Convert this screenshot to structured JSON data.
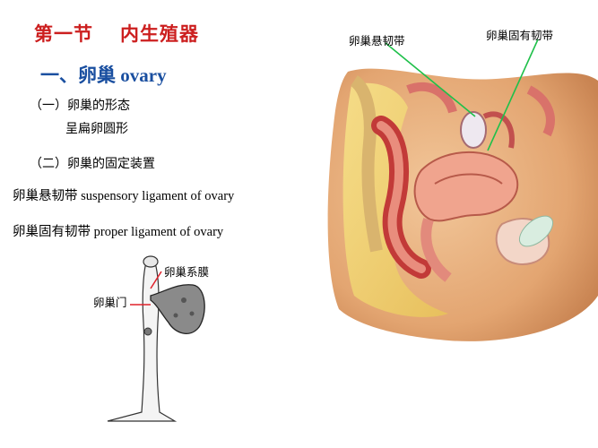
{
  "title": {
    "part1": "第一节",
    "part2": "内生殖器"
  },
  "heading": {
    "cn": "一、卵巢",
    "en": " ovary"
  },
  "section1": {
    "label": "（一）卵巢的形态",
    "detail": "呈扁卵圆形"
  },
  "section2": {
    "label": "（二）卵巢的固定装置"
  },
  "terms": {
    "suspensory": {
      "cn": "卵巢悬韧带",
      "en": " suspensory ligament of ovary"
    },
    "proper": {
      "cn": "卵巢固有韧带",
      "en": " proper ligament of ovary"
    }
  },
  "figure_labels": {
    "suspensory": "卵巢悬韧带",
    "proper": "卵巢固有韧带",
    "mesovarium": "卵巢系膜",
    "hilum": "卵巢门"
  },
  "colors": {
    "title": "#cc1f1f",
    "heading": "#1a4fa0",
    "leader_green": "#1fc04a",
    "leader_red": "#e0202a"
  }
}
